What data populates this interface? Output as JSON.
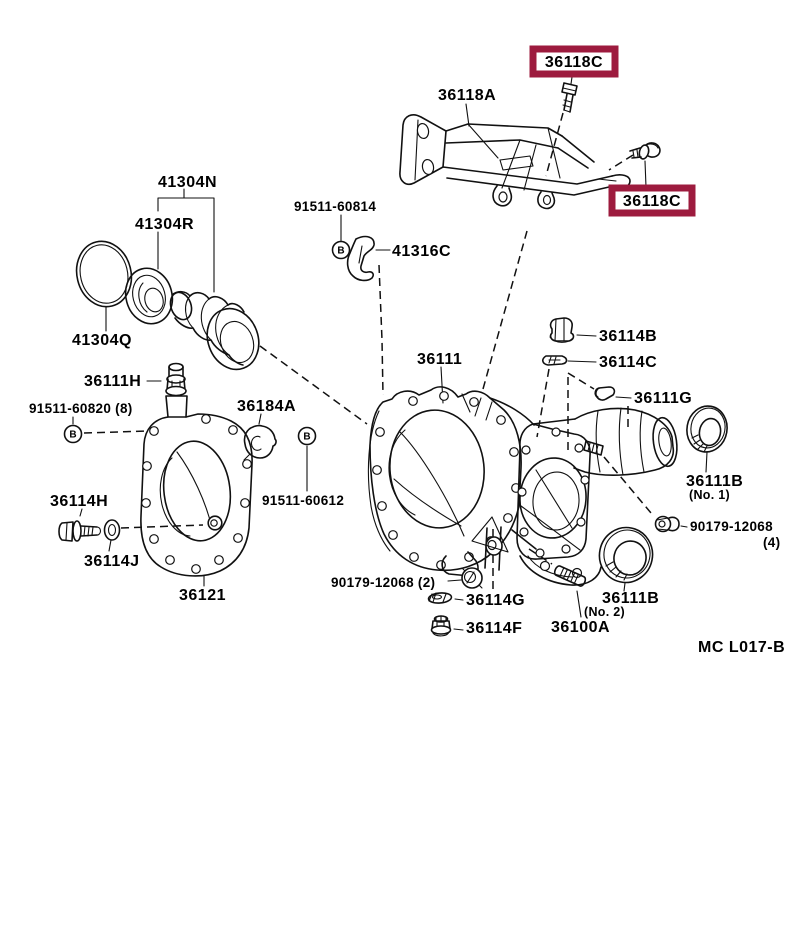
{
  "colors": {
    "highlight_box": "#9d1b3e",
    "line_art": "#111111",
    "background": "#ffffff"
  },
  "figure_code": "MC L017-B",
  "circled_letter": "B",
  "labels": {
    "bracket_36118A": "36118A",
    "bolt_boxed_top": "36118C",
    "bolt_boxed_side": "36118C",
    "boot_kit_41304N": "41304N",
    "seal_41304R": "41304R",
    "oring_41304Q": "41304Q",
    "bolt_91511_60814": "91511-60814",
    "clip_41316C": "41316C",
    "breather_36111H": "36111H",
    "bolt_91511_60820": "91511-60820 (8)",
    "plug_36184A": "36184A",
    "bolt_91511_60612": "91511-60612",
    "bolt_36114H": "36114H",
    "washer_36114J": "36114J",
    "cover_36121": "36121",
    "case_36111": "36111",
    "plug_36114B": "36114B",
    "gasket_36114C": "36114C",
    "pin_36111G": "36111G",
    "seal_36111B_no1": "36111B",
    "seal_36111B_no1_sub": "(No. 1)",
    "nut_90179_12068": "90179-12068",
    "nut_90179_12068_qty": "(4)",
    "seal_36111B_no2": "36111B",
    "seal_36111B_no2_sub": "(No. 2)",
    "bolt_90179_12068_2": "90179-12068 (2)",
    "washer_36114G": "36114G",
    "nut_36114F": "36114F",
    "stud_36100A": "36100A"
  }
}
